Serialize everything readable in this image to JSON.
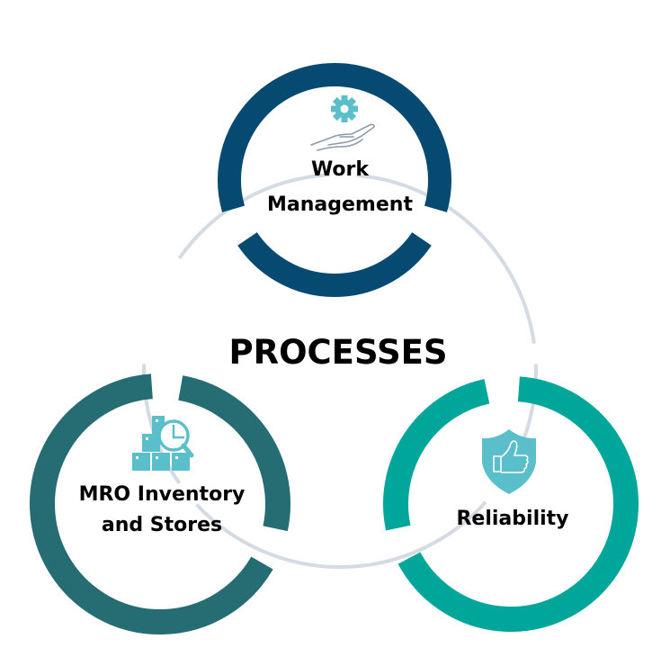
{
  "title": "PROCESSES",
  "colors": {
    "work_management": "#064a72",
    "mro_inventory": "#266d73",
    "reliability": "#00a699",
    "connector": "#d5dbe2",
    "icon_fill": "#5bbfcb",
    "icon_line": "#8d9bab"
  },
  "nodes": [
    {
      "id": "work-management",
      "lines": [
        "Work",
        "Management"
      ],
      "icon": "hand-gear-icon"
    },
    {
      "id": "mro-inventory",
      "lines": [
        "MRO Inventory",
        "and Stores"
      ],
      "icon": "boxes-magnifier-icon"
    },
    {
      "id": "reliability",
      "lines": [
        "Reliability"
      ],
      "icon": "shield-thumbs-up-icon"
    }
  ]
}
